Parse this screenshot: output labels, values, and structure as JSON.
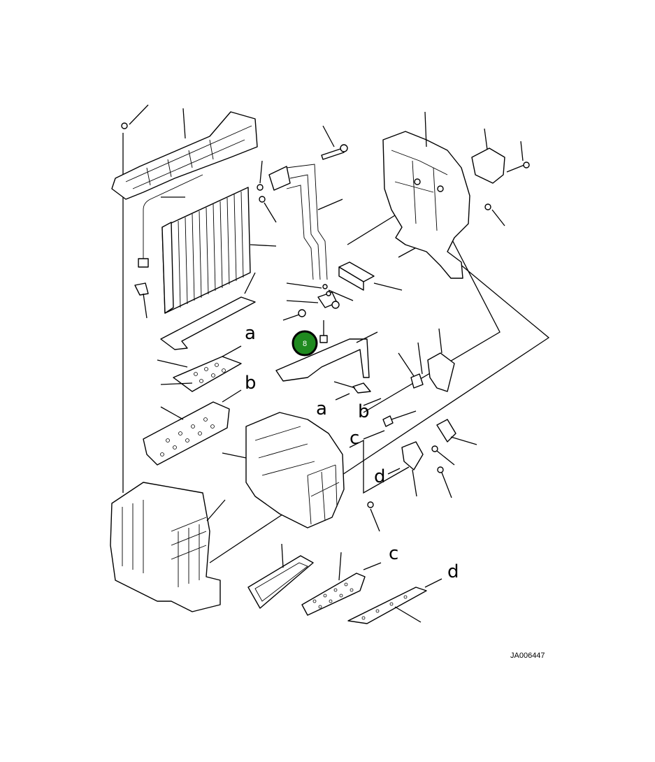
{
  "drawing": {
    "code": "JA006447",
    "callouts": [
      {
        "number": "8",
        "color": "#1f8a1f"
      }
    ],
    "reference_letters": [
      {
        "id": "a1",
        "text": "a"
      },
      {
        "id": "b1",
        "text": "b"
      },
      {
        "id": "a2",
        "text": "a"
      },
      {
        "id": "b2",
        "text": "b"
      },
      {
        "id": "c1",
        "text": "c"
      },
      {
        "id": "d1",
        "text": "d"
      },
      {
        "id": "c2",
        "text": "c"
      },
      {
        "id": "d2",
        "text": "d"
      }
    ]
  }
}
